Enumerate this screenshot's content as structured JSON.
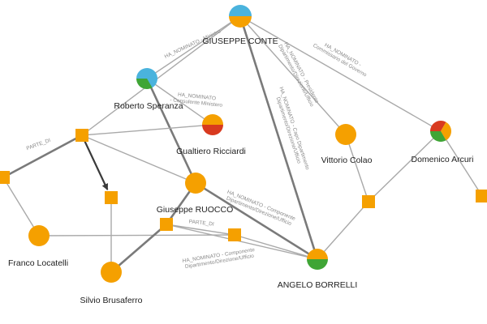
{
  "colors": {
    "person": "#f5a000",
    "blue": "#4ab3dd",
    "green": "#3fa535",
    "red": "#d83a1f",
    "edge": "#a9a9a9",
    "edge_dark": "#7a7a7a",
    "arrow": "#3a3a3a",
    "background": "#ffffff"
  },
  "nodes": [
    {
      "id": "conte",
      "label": "GIUSEPPE CONTE",
      "shape": "pie",
      "slices": [
        {
          "color": "blue",
          "value": 1
        },
        {
          "color": "person",
          "value": 1
        }
      ]
    },
    {
      "id": "speranza",
      "label": "Roberto Speranza",
      "shape": "pie",
      "slices": [
        {
          "color": "blue",
          "value": 2
        },
        {
          "color": "green",
          "value": 1
        }
      ]
    },
    {
      "id": "ricciardi",
      "label": "Gualtiero Ricciardi",
      "shape": "pie",
      "slices": [
        {
          "color": "person",
          "value": 1
        },
        {
          "color": "red",
          "value": 1
        }
      ]
    },
    {
      "id": "colao",
      "label": "Vittorio Colao",
      "shape": "circle"
    },
    {
      "id": "arcuri",
      "label": "Domenico Arcuri",
      "shape": "pie",
      "slices": [
        {
          "color": "red",
          "value": 1
        },
        {
          "color": "person",
          "value": 1
        },
        {
          "color": "green",
          "value": 1
        }
      ]
    },
    {
      "id": "ruocco",
      "label": "Giuseppe RUOCCO",
      "shape": "circle"
    },
    {
      "id": "locatelli",
      "label": "Franco Locatelli",
      "shape": "circle"
    },
    {
      "id": "brusaferro",
      "label": "Silvio Brusaferro",
      "shape": "circle"
    },
    {
      "id": "borrelli",
      "label": "ANGELO BORRELLI",
      "shape": "pie",
      "slices": [
        {
          "color": "person",
          "value": 1
        },
        {
          "color": "green",
          "value": 1
        }
      ]
    },
    {
      "id": "sq1",
      "label": "",
      "shape": "square"
    },
    {
      "id": "sq2",
      "label": "",
      "shape": "square"
    },
    {
      "id": "sq3",
      "label": "",
      "shape": "square"
    },
    {
      "id": "sq4",
      "label": "",
      "shape": "square"
    },
    {
      "id": "sq5",
      "label": "",
      "shape": "square"
    },
    {
      "id": "sq6",
      "label": "",
      "shape": "square"
    },
    {
      "id": "sq7",
      "label": "",
      "shape": "square"
    }
  ],
  "edges": [
    {
      "from": "conte",
      "to": "speranza",
      "label": "HA_NOMINATO - Ministro",
      "weight": "normal"
    },
    {
      "from": "conte",
      "to": "colao",
      "label": "HA_NOMINATO - Presidente Dipartimento/Direzione/Ufficio",
      "weight": "normal"
    },
    {
      "from": "conte",
      "to": "arcuri",
      "label": "HA_NOMINATO - Commissario del Governo",
      "weight": "normal"
    },
    {
      "from": "conte",
      "to": "borrelli",
      "label": "HA_NOMINATO - Capo Dipartimento Dipartimento/Direzione/Ufficio",
      "weight": "heavy"
    },
    {
      "from": "conte",
      "to": "sq1",
      "label": "",
      "weight": "normal"
    },
    {
      "from": "speranza",
      "to": "ricciardi",
      "label": "HA_NOMINATO - Consulente Ministero",
      "weight": "normal"
    },
    {
      "from": "speranza",
      "to": "ruocco",
      "label": "",
      "weight": "heavy"
    },
    {
      "from": "sq1",
      "to": "sq6",
      "label": "PARTE_DI",
      "weight": "heavy"
    },
    {
      "from": "sq1",
      "to": "ricciardi",
      "label": "",
      "weight": "normal"
    },
    {
      "from": "sq1",
      "to": "ruocco",
      "label": "",
      "weight": "normal"
    },
    {
      "from": "sq1",
      "to": "sq2",
      "label": "",
      "weight": "arrow"
    },
    {
      "from": "sq6",
      "to": "locatelli",
      "label": "",
      "weight": "normal"
    },
    {
      "from": "sq2",
      "to": "brusaferro",
      "label": "",
      "weight": "normal"
    },
    {
      "from": "locatelli",
      "to": "sq4",
      "label": "",
      "weight": "normal"
    },
    {
      "from": "brusaferro",
      "to": "sq3",
      "label": "",
      "weight": "heavy"
    },
    {
      "from": "ruocco",
      "to": "sq3",
      "label": "",
      "weight": "heavy"
    },
    {
      "from": "sq3",
      "to": "sq4",
      "label": "PARTE_DI",
      "weight": "normal"
    },
    {
      "from": "ruocco",
      "to": "borrelli",
      "label": "HA_NOMINATO - Componente Dipartimento/Direzione/Ufficio",
      "weight": "heavy"
    },
    {
      "from": "sq3",
      "to": "borrelli",
      "label": "HA_NOMINATO - Componente Dipartimento/Direzione/Ufficio",
      "weight": "normal"
    },
    {
      "from": "sq4",
      "to": "borrelli",
      "label": "",
      "weight": "normal"
    },
    {
      "from": "borrelli",
      "to": "sq5",
      "label": "",
      "weight": "normal"
    },
    {
      "from": "colao",
      "to": "sq5",
      "label": "",
      "weight": "normal"
    },
    {
      "from": "sq5",
      "to": "arcuri",
      "label": "",
      "weight": "normal"
    },
    {
      "from": "arcuri",
      "to": "sq7",
      "label": "",
      "weight": "normal"
    }
  ]
}
